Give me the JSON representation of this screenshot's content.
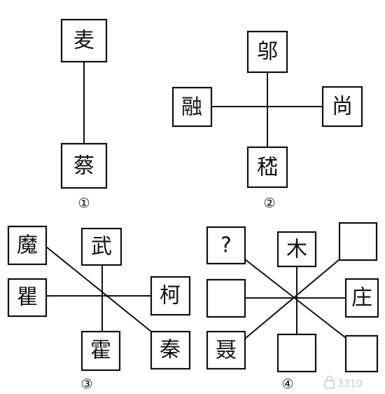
{
  "colors": {
    "ink": "#111111",
    "paper": "#ffffff",
    "watermark": "#c8c8c8"
  },
  "diagrams": [
    {
      "label": "①",
      "boxes": [
        {
          "id": "top",
          "text": "麦"
        },
        {
          "id": "bottom",
          "text": "蔡"
        }
      ]
    },
    {
      "label": "②",
      "boxes": [
        {
          "id": "top",
          "text": "邬"
        },
        {
          "id": "left",
          "text": "融"
        },
        {
          "id": "right",
          "text": "尚"
        },
        {
          "id": "bottom",
          "text": "嵇"
        }
      ]
    },
    {
      "label": "③",
      "boxes": [
        {
          "id": "top-left",
          "text": "魔"
        },
        {
          "id": "top",
          "text": "武"
        },
        {
          "id": "left",
          "text": "瞿"
        },
        {
          "id": "right",
          "text": "柯"
        },
        {
          "id": "bottom",
          "text": "霍"
        },
        {
          "id": "bottom-right",
          "text": "秦"
        }
      ]
    },
    {
      "label": "④",
      "boxes": [
        {
          "id": "top-left",
          "text": "?"
        },
        {
          "id": "top",
          "text": "木"
        },
        {
          "id": "top-right",
          "text": ""
        },
        {
          "id": "left",
          "text": ""
        },
        {
          "id": "right",
          "text": "庄"
        },
        {
          "id": "bottom-left",
          "text": "聂"
        },
        {
          "id": "bottom",
          "text": ""
        },
        {
          "id": "bottom-right",
          "text": ""
        }
      ]
    }
  ],
  "watermark": {
    "text": "3310",
    "icon": "lock-icon"
  }
}
